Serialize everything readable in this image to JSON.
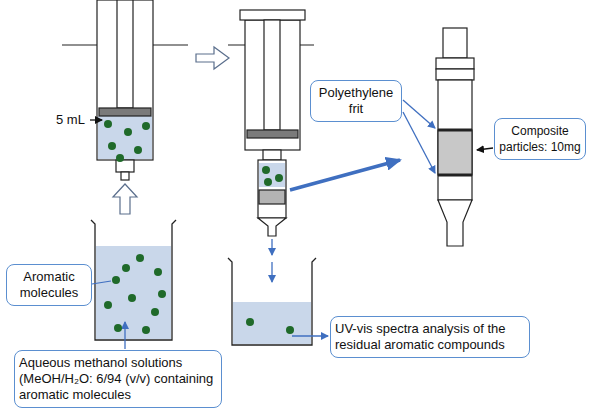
{
  "diagram": {
    "nodes": [
      {
        "text": [
          "Polyethylene frit"
        ]
      },
      {
        "text": [
          "Composite particles: 10mg"
        ]
      },
      {
        "text": [
          "Aromatic molecules"
        ]
      },
      {
        "text": [
          "UV-vis spectra analysis of the residual aromatic compounds"
        ]
      },
      {
        "text": [
          "Aqueous methanol solutions (MeOH/H₂O: 6/94 (v/v) containing aromatic molecules"
        ]
      }
    ],
    "labels": [
      "5 mL"
    ]
  }
}
